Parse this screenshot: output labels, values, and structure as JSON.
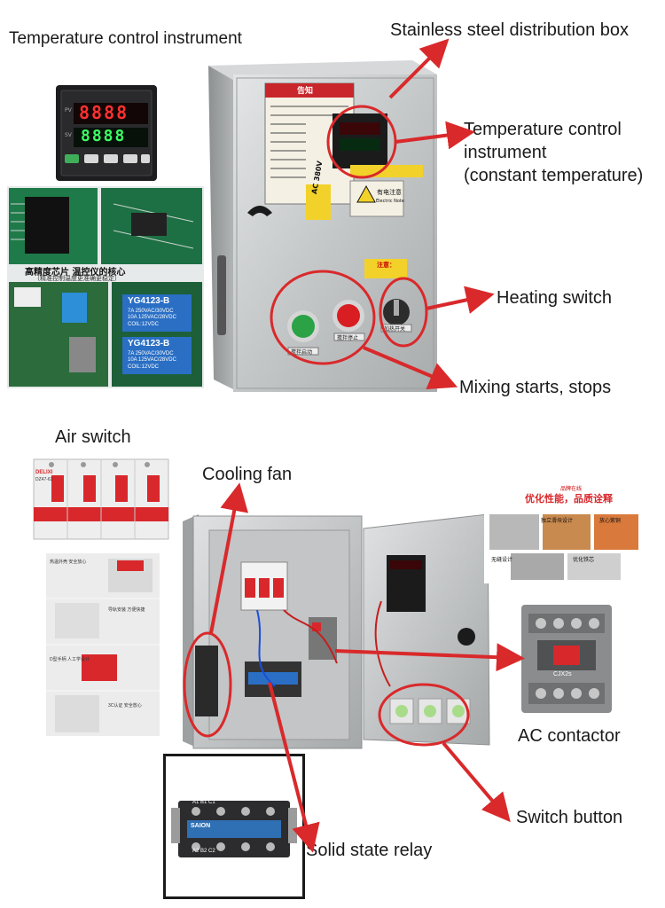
{
  "labels": {
    "temp_instrument_title": "Temperature control instrument",
    "distribution_box": "Stainless steel distribution box",
    "temp_instrument_line1": "Temperature control",
    "temp_instrument_line2": "instrument",
    "temp_instrument_line3": "(constant temperature)",
    "heating_switch": "Heating switch",
    "mixing": "Mixing starts, stops",
    "air_switch": "Air switch",
    "cooling_fan": "Cooling fan",
    "ac_contactor": "AC contactor",
    "switch_button": "Switch button",
    "solid_state_relay": "Solid state relay"
  },
  "controller": {
    "pv": "8888",
    "sv": "8888"
  },
  "board": {
    "caption": "高精度芯片  温控仪的核心",
    "subcaption": "（精准控制温度更准确更稳定）",
    "relay_model": "YG4123-B",
    "relay_spec_1": "7A 250VAC/30VDC",
    "relay_spec_2": "10A 125VAC/28VDC",
    "relay_coil": "COIL:12VDC"
  },
  "box": {
    "warning_title": "告知",
    "voltage": "AC 380V",
    "danger": "有电注意",
    "electric_note": "Electric Note",
    "notice": "注意：",
    "start_label": "搅拌启动",
    "stop_label": "搅拌停止",
    "heat_label": "加热开关"
  },
  "breaker": {
    "brand": "DELIXI",
    "model": "DZ47-63"
  },
  "breaker_details": {
    "f1": "热温外壳 安全放心",
    "f2": "导轨安装 方便快捷",
    "f3": "D型手柄 人工学设计",
    "f4": "3C认证 安全放心"
  },
  "promo": {
    "brand_tag": "品牌在线",
    "headline": "优化性能，品质诠释",
    "t1": "独立滑块设计",
    "t2": "放心紫铜",
    "t3": "无缝设计",
    "t4": "优化铁芯"
  },
  "contactor_model": "CJX2s",
  "ssr": {
    "brand": "SAION",
    "top": "A1  B1  C1",
    "bottom": "A2  B2  C2"
  },
  "colors": {
    "arrow": "#d9292b",
    "steel": "#c9cbcc",
    "breaker_red": "#d8282c"
  }
}
